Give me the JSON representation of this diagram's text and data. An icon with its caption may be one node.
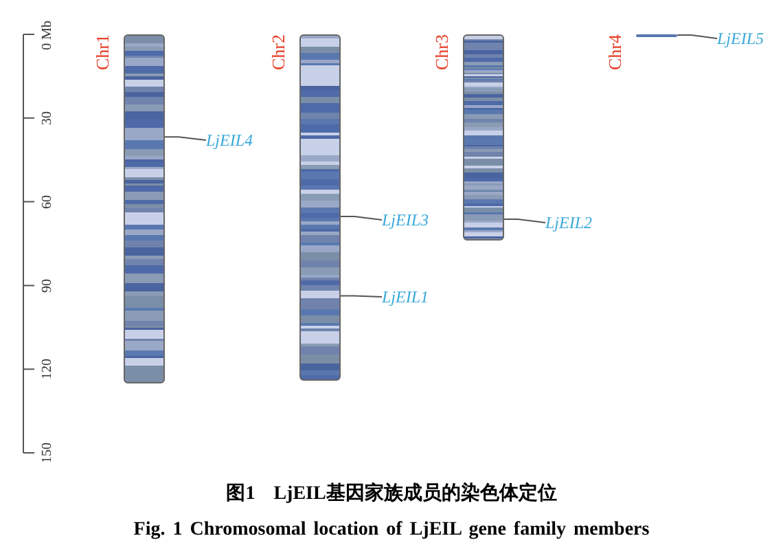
{
  "diagram": {
    "caption": "图1 LjEIL基因家族成员的染色体定位",
    "nodes": [
      {
        "text": [
          "Chr1"
        ]
      },
      {
        "text": [
          "LjEIL4"
        ]
      },
      {
        "text": [
          "Chr2"
        ]
      },
      {
        "text": [
          "LjEIL3"
        ]
      },
      {
        "text": [
          "LjEIL1"
        ]
      },
      {
        "text": [
          "Chr3"
        ]
      },
      {
        "text": [
          "LjEIL2"
        ]
      },
      {
        "text": [
          "Chr4"
        ]
      },
      {
        "text": [
          "LjEIL5"
        ]
      }
    ],
    "edges": [
      {
        "from": 1,
        "to": 0,
        "arrow": "none"
      },
      {
        "from": 3,
        "to": 2,
        "arrow": "none"
      },
      {
        "from": 4,
        "to": 2,
        "arrow": "none"
      },
      {
        "from": 6,
        "to": 5,
        "arrow": "none"
      },
      {
        "from": 8,
        "to": 7,
        "arrow": "none"
      }
    ],
    "labels": [
      "0 Mb",
      "30",
      "60",
      "90",
      "120",
      "150",
      "Fig. 1 Chromosomal location of LjEIL gene family members"
    ]
  }
}
